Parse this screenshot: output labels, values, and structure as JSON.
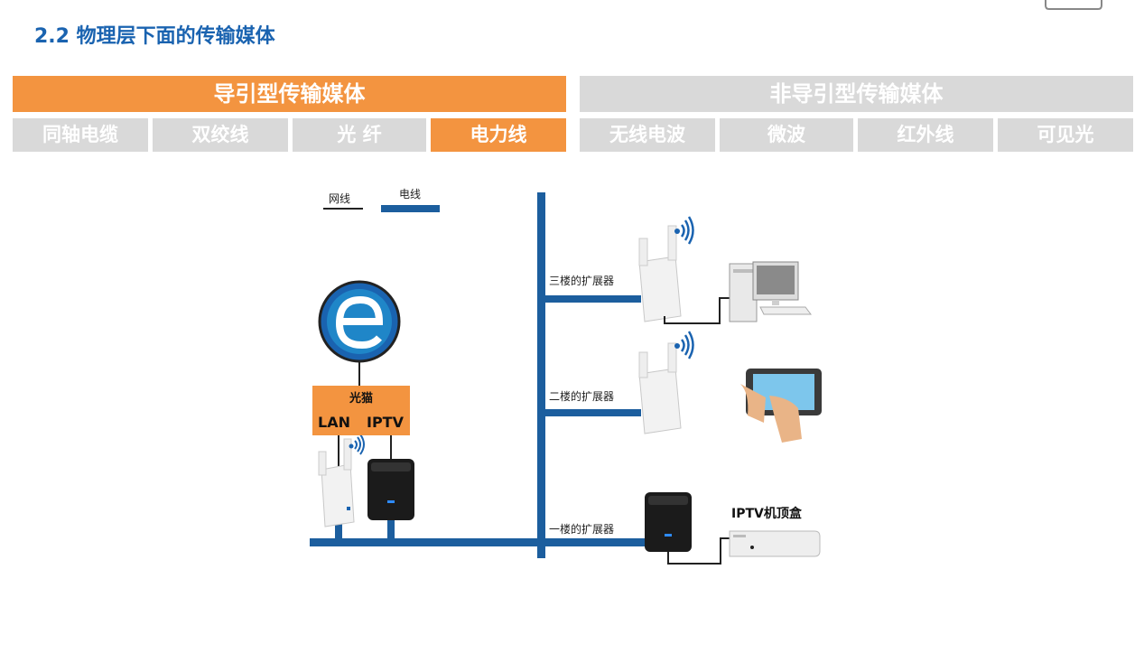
{
  "title": "2.2 物理层下面的传输媒体",
  "categories": {
    "guided": "导引型传输媒体",
    "unguided": "非导引型传输媒体"
  },
  "subcategories": [
    {
      "label": "同轴电缆",
      "active": false
    },
    {
      "label": "双绞线",
      "active": false
    },
    {
      "label": "光  纤",
      "active": false
    },
    {
      "label": "电力线",
      "active": true
    },
    {
      "label": "无线电波",
      "active": false
    },
    {
      "label": "微波",
      "active": false
    },
    {
      "label": "红外线",
      "active": false
    },
    {
      "label": "可见光",
      "active": false
    }
  ],
  "legend": {
    "network_cable": "网线",
    "power_line": "电线"
  },
  "diagram": {
    "modem": "光猫",
    "modem_ports": [
      "LAN",
      "IPTV"
    ],
    "extenders": {
      "third_floor": "三楼的扩展器",
      "second_floor": "二楼的扩展器",
      "first_floor": "一楼的扩展器"
    },
    "settop_box": "IPTV机顶盒"
  },
  "colors": {
    "accent": "#f39440",
    "inactive": "#d9d9d9",
    "title": "#1a63b0",
    "power_line": "#1c5e9e"
  }
}
